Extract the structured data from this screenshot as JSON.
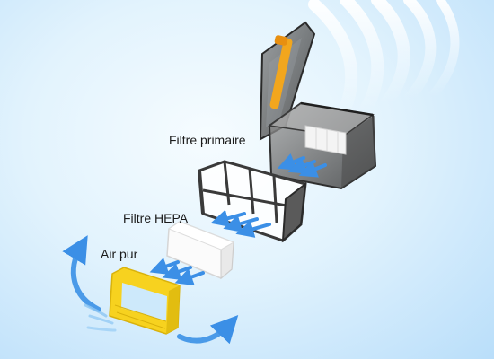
{
  "labels": {
    "primary_filter": "Filtre primaire",
    "hepa_filter": "Filtre HEPA",
    "clean_air": "Air pur"
  },
  "colors": {
    "background_center": "#f6fcff",
    "background_edge": "#b9defa",
    "airflow_arrow": "#3b8fe6",
    "exhaust_frame": "#f7d21f",
    "dust_bin": "#5f5f5f",
    "hepa_frame": "#3a3a3a"
  },
  "icons": [
    "airflow-arrow-icon",
    "exhaust-airflow-swirl-icon"
  ]
}
